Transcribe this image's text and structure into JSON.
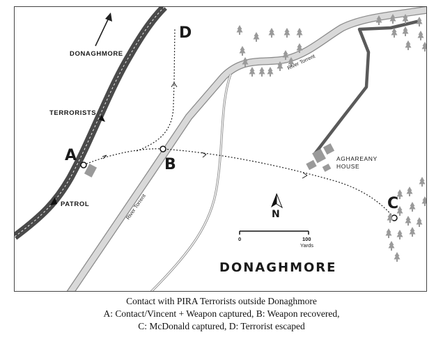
{
  "map": {
    "labels": {
      "donaghmore_road": "DONAGHMORE",
      "terrorists": "TERRORISTS",
      "patrol": "PATROL",
      "river_torrent_upper": "River Torrent",
      "river_torrent_lower": "River Torrent",
      "aghareany_line1": "AGHAREANY",
      "aghareany_line2": "HOUSE",
      "town": "DONAGHMORE"
    },
    "points": {
      "a": "A",
      "b": "B",
      "c": "C",
      "d": "D"
    },
    "compass": {
      "north": "N"
    },
    "scale": {
      "start": "0",
      "end": "100",
      "unit": "Yards"
    },
    "colors": {
      "road": "#4a4a4a",
      "river": "#bdbdbd",
      "route": "#222222",
      "trees": "#9a9a9a",
      "house": "#9a9a9a"
    }
  },
  "caption": {
    "line1": "Contact with PIRA Terrorists outside Donaghmore",
    "line2": "A: Contact/Vincent + Weapon captured, B: Weapon recovered,",
    "line3": "C: McDonald captured, D: Terrorist escaped"
  }
}
